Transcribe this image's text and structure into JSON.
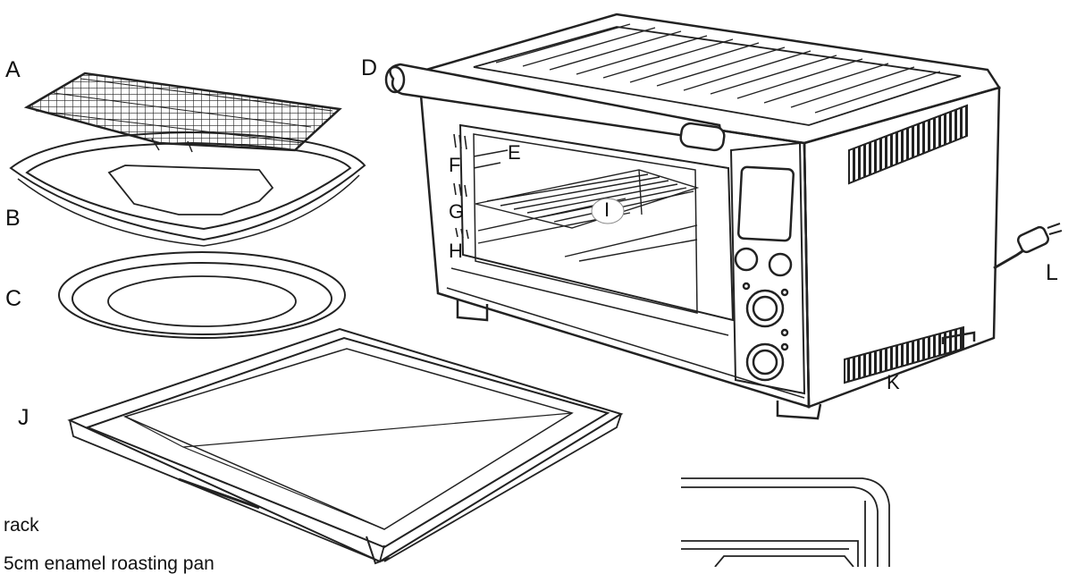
{
  "labels": {
    "A": "A",
    "B": "B",
    "C": "C",
    "D": "D",
    "E": "E",
    "F": "F",
    "G": "G",
    "H": "H",
    "I": "I",
    "J": "J",
    "K": "K",
    "L": "L"
  },
  "captions": {
    "line1": "rack",
    "line2": "5cm enamel roasting pan"
  }
}
